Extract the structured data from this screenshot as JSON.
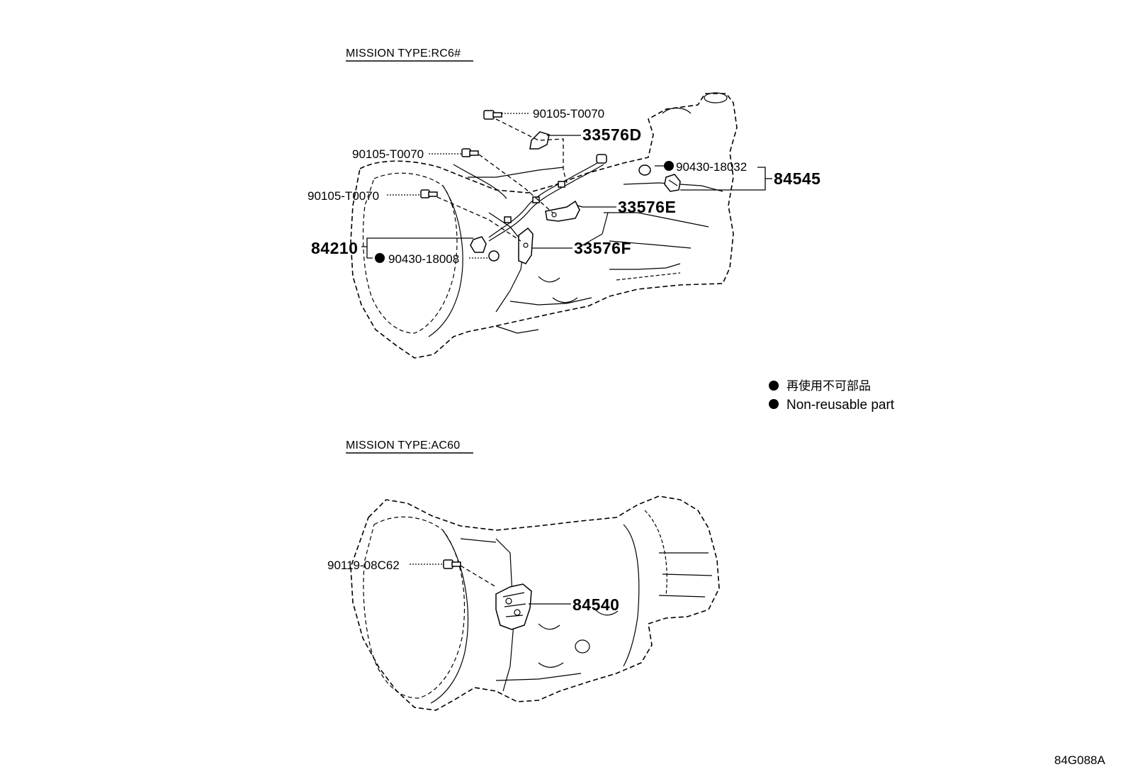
{
  "diagram": {
    "section_rc6": {
      "heading": "MISSION TYPE:RC6#",
      "parts": {
        "bolt_top": "90105-T0070",
        "bracket_d": "33576D",
        "bolt_mid": "90105-T0070",
        "bolt_left": "90105-T0070",
        "gasket_18032": "90430-18032",
        "sensor_84545": "84545",
        "bracket_e": "33576E",
        "sensor_84210": "84210",
        "bracket_f": "33576F",
        "gasket_18008": "90430-18008"
      }
    },
    "section_ac60": {
      "heading": "MISSION TYPE:AC60",
      "parts": {
        "bolt": "90119-08C62",
        "switch_84540": "84540"
      }
    },
    "legend": {
      "japanese": "再使用不可部品",
      "english": "Non-reusable part"
    },
    "drawing_code": "84G088A"
  }
}
